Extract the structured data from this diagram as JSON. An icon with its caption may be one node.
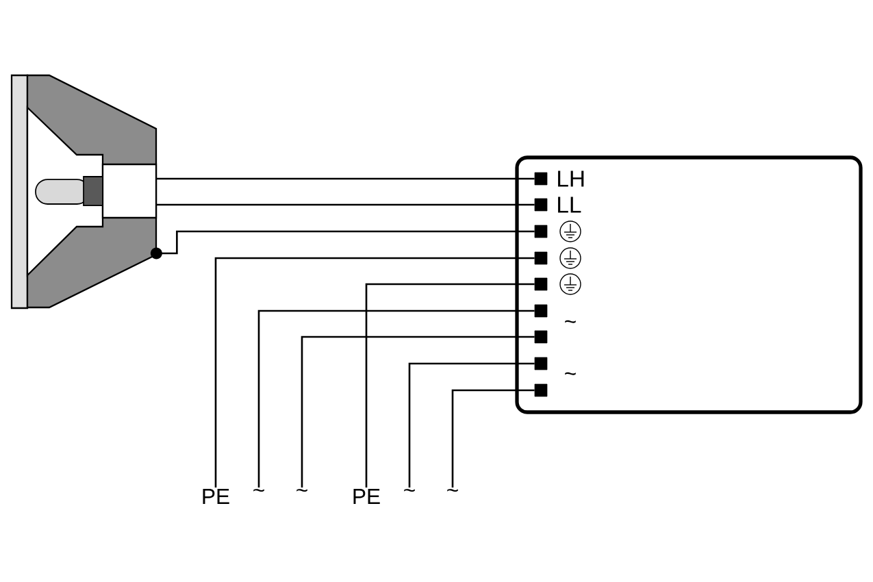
{
  "diagram": {
    "nodes": [
      {
        "text": [],
        "shape": "picture"
      },
      {
        "text": [],
        "shape": "box"
      },
      {
        "text": [],
        "shape": "box",
        "in": 1,
        "beside": [
          "LH"
        ]
      },
      {
        "text": [],
        "shape": "box",
        "in": 1,
        "beside": [
          "LL"
        ]
      },
      {
        "text": [],
        "shape": "box",
        "in": 1
      },
      {
        "text": [],
        "shape": "box",
        "in": 1
      },
      {
        "text": [],
        "shape": "box",
        "in": 1
      },
      {
        "text": [],
        "shape": "box",
        "in": 1
      },
      {
        "text": [],
        "shape": "box",
        "in": 1
      },
      {
        "text": [],
        "shape": "box",
        "in": 1
      },
      {
        "text": [],
        "shape": "box",
        "in": 1
      },
      {
        "text": [
          "PE"
        ]
      },
      {
        "text": [
          "~"
        ]
      },
      {
        "text": [
          "~"
        ]
      },
      {
        "text": [
          "PE"
        ]
      },
      {
        "text": [
          "~"
        ]
      },
      {
        "text": [
          "~"
        ]
      }
    ],
    "edges": [
      {
        "from": 0,
        "to": 2,
        "arrow": "none"
      },
      {
        "from": 0,
        "to": 3,
        "arrow": "none"
      },
      {
        "from": 0,
        "to": 4,
        "arrow": "other"
      },
      {
        "from": 11,
        "to": 5,
        "arrow": "none"
      },
      {
        "from": 14,
        "to": 6,
        "arrow": "none"
      },
      {
        "from": 12,
        "to": 7,
        "arrow": "none"
      },
      {
        "from": 13,
        "to": 8,
        "arrow": "none"
      },
      {
        "from": 15,
        "to": 9,
        "arrow": "none"
      },
      {
        "from": 16,
        "to": 10,
        "arrow": "none"
      }
    ],
    "labels": [
      "~",
      "~"
    ]
  }
}
